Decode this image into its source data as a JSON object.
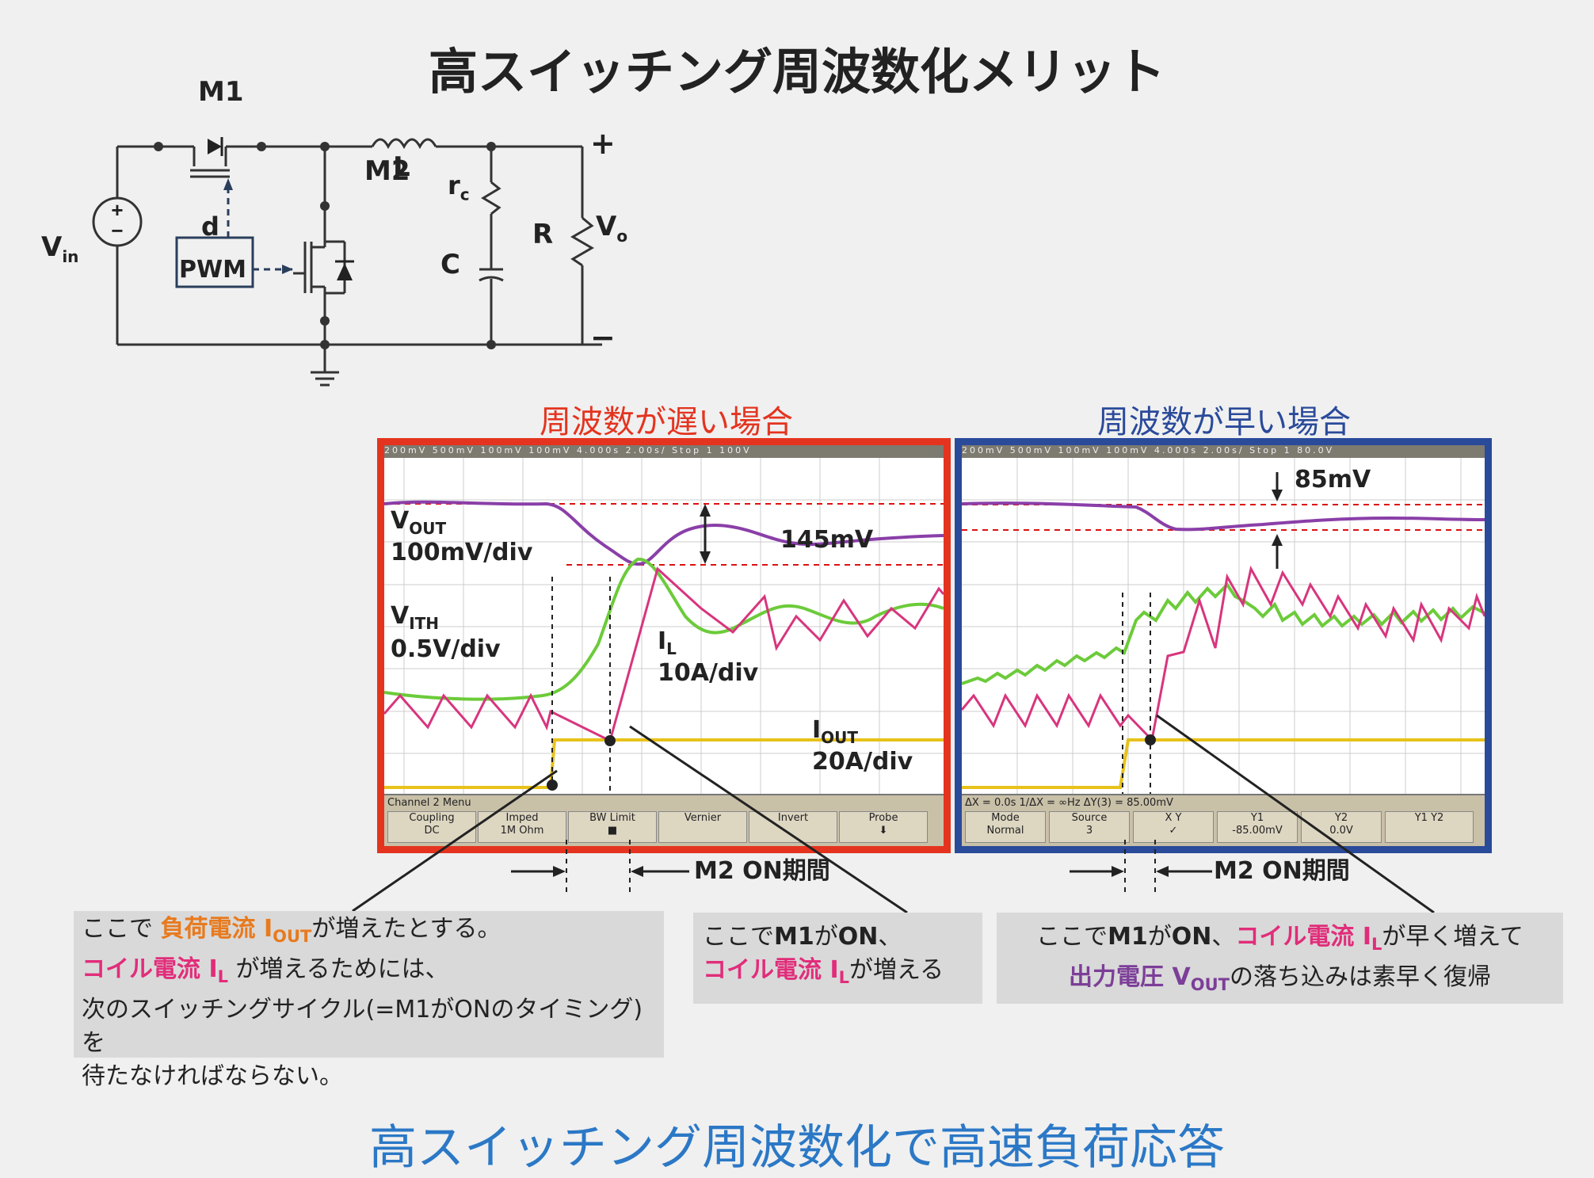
{
  "title": "高スイッチング周波数化メリット",
  "circuit": {
    "m1": "M1",
    "m2": "M2",
    "l": "L",
    "rc": "r",
    "rc_sub": "c",
    "c": "C",
    "r": "R",
    "vin": "V",
    "vin_sub": "in",
    "vo": "V",
    "vo_sub": "o",
    "d": "d",
    "pwm": "PWM",
    "plus": "+",
    "minus": "−"
  },
  "left_panel": {
    "heading": "周波数が遅い場合",
    "heading_color": "#e4341f",
    "vout_label": "V",
    "vout_sub": "OUT",
    "vout_scale": "100mV/div",
    "vith_label": "V",
    "vith_sub": "ITH",
    "vith_scale": "0.5V/div",
    "il_label": "I",
    "il_sub": "L",
    "il_scale": "10A/div",
    "iout_label": "I",
    "iout_sub": "OUT",
    "iout_scale": "20A/div",
    "delta": "145mV",
    "topbar": "200mV  500mV  100mV  100mV  4.000s  2.00s/  Stop  1  100V",
    "menu_title": "Channel 2  Menu",
    "menu": [
      "Coupling\nDC",
      "Imped\n1M Ohm",
      "BW Limit\n■",
      "Vernier\n",
      "Invert\n",
      "Probe\n⬇"
    ],
    "m2_on": "M2 ON期間"
  },
  "right_panel": {
    "heading": "周波数が早い場合",
    "heading_color": "#2a4a9a",
    "delta": "85mV",
    "topbar": "200mV  500mV  100mV  100mV  4.000s  2.00s/  Stop  1  80.0V",
    "menu_title": "ΔX = 0.0s          1/ΔX = ∞Hz          ΔY(3) = 85.00mV",
    "menu": [
      "Mode\nNormal",
      "Source\n3",
      "X       Y\n         ✓",
      "Y1\n-85.00mV",
      "Y2\n0.0V",
      "Y1  Y2"
    ],
    "m2_on": "M2 ON期間"
  },
  "notes": {
    "note1_a": "ここで ",
    "note1_b": "負荷電流 I",
    "note1_b_sub": "OUT",
    "note1_c": "が増えたとする。",
    "note1_d": "コイル電流 I",
    "note1_d_sub": "L",
    "note1_e": " が増えるためには、",
    "note1_f": "次のスイッチングサイクル(=M1がONのタイミング)を",
    "note1_g": "待たなければならない。",
    "note2_a": "ここで",
    "note2_b": "M1",
    "note2_c": "が",
    "note2_d": "ON",
    "note2_e": "、",
    "note2_f": "コイル電流 I",
    "note2_f_sub": "L",
    "note2_g": "が増える",
    "note3_a": "ここで",
    "note3_b": "M1",
    "note3_c": "が",
    "note3_d": "ON",
    "note3_e": "、",
    "note3_f": "コイル電流 I",
    "note3_f_sub": "L",
    "note3_g": "が早く増えて",
    "note3_h": "出力電圧 V",
    "note3_h_sub": "OUT",
    "note3_i": "の落ち込みは素早く復帰"
  },
  "bottom_title": "高スイッチング周波数化で高速負荷応答",
  "colors": {
    "vout_trace": "#8a3fa8",
    "vith_trace": "#6ccb3a",
    "il_trace": "#d8357e",
    "iout_trace": "#e8c21a",
    "bottom_title": "#2b78c6"
  }
}
